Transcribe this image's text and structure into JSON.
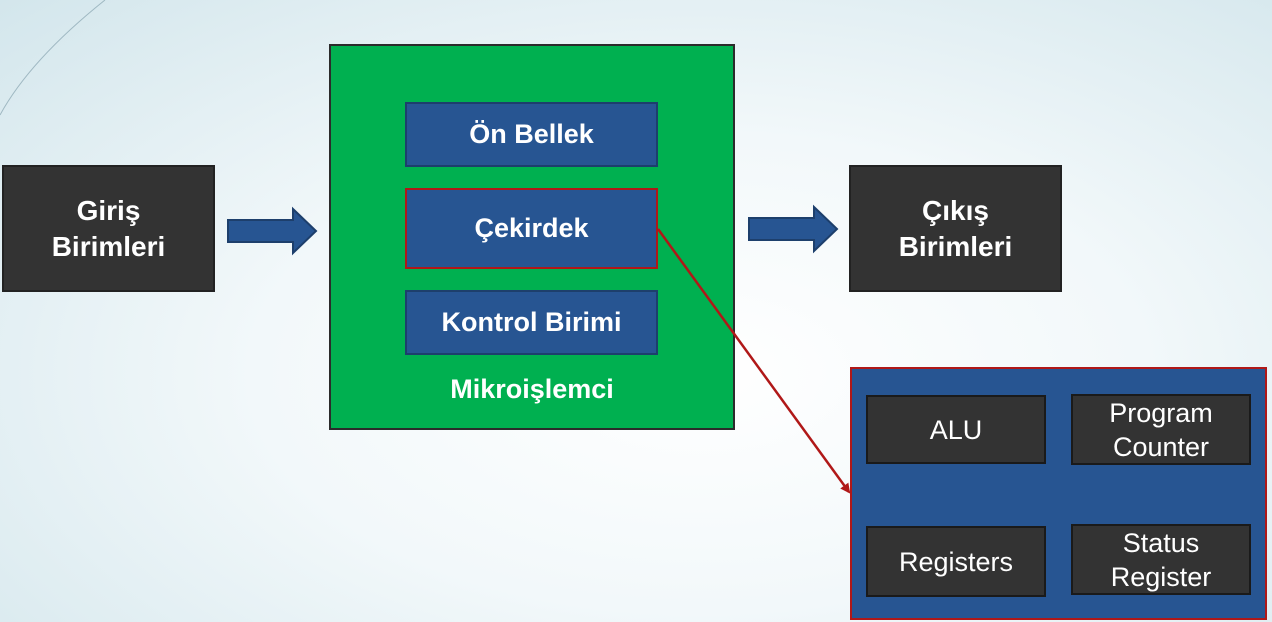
{
  "input_units": {
    "line1": "Giriş",
    "line2": "Birimleri"
  },
  "output_units": {
    "line1": "Çıkış",
    "line2": "Birimleri"
  },
  "microprocessor": {
    "label": "Mikroişlemci",
    "components": {
      "cache": "Ön Bellek",
      "core": "Çekirdek",
      "control_unit": "Kontrol Birimi"
    }
  },
  "core_detail": {
    "alu": "ALU",
    "program_counter": {
      "line1": "Program",
      "line2": "Counter"
    },
    "registers": "Registers",
    "status_register": {
      "line1": "Status",
      "line2": "Register"
    }
  },
  "colors": {
    "dark_box": "#333333",
    "component_blue": "#275592",
    "microprocessor_green": "#00b050",
    "highlight_red": "#b01818"
  }
}
